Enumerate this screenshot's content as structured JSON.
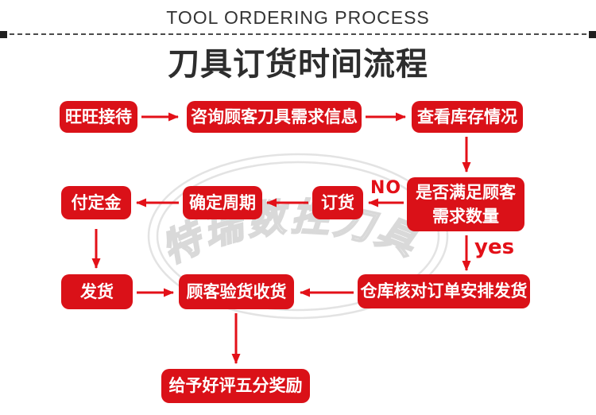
{
  "colors": {
    "box_red": "#da1118",
    "arrow_red": "#e31018",
    "title_color": "#2d2d2d",
    "watermark_gray": "#d9d9d9"
  },
  "header": {
    "title_en": "TOOL ORDERING PROCESS",
    "title_cn": "刀具订货时间流程"
  },
  "watermark": {
    "text": "特瑞数控刀具"
  },
  "flow": {
    "nodes": [
      {
        "id": "wangwang-reception",
        "label": "旺旺接待"
      },
      {
        "id": "consult-needs",
        "label": "咨询顾客刀具需求信息"
      },
      {
        "id": "check-stock",
        "label": "查看库存情况"
      },
      {
        "id": "pay-deposit",
        "label": "付定金"
      },
      {
        "id": "confirm-cycle",
        "label": "确定周期"
      },
      {
        "id": "place-order",
        "label": "订货"
      },
      {
        "id": "stock-satisfy",
        "label": "是否满足顾客需求数量"
      },
      {
        "id": "ship-goods",
        "label": "发货"
      },
      {
        "id": "customer-inspect",
        "label": "顾客验货收货"
      },
      {
        "id": "warehouse-arrange",
        "label": "仓库核对订单安排发货"
      },
      {
        "id": "good-review-reward",
        "label": "给予好评五分奖励"
      }
    ],
    "edge_labels": {
      "no": "NO",
      "yes": "yes"
    }
  }
}
